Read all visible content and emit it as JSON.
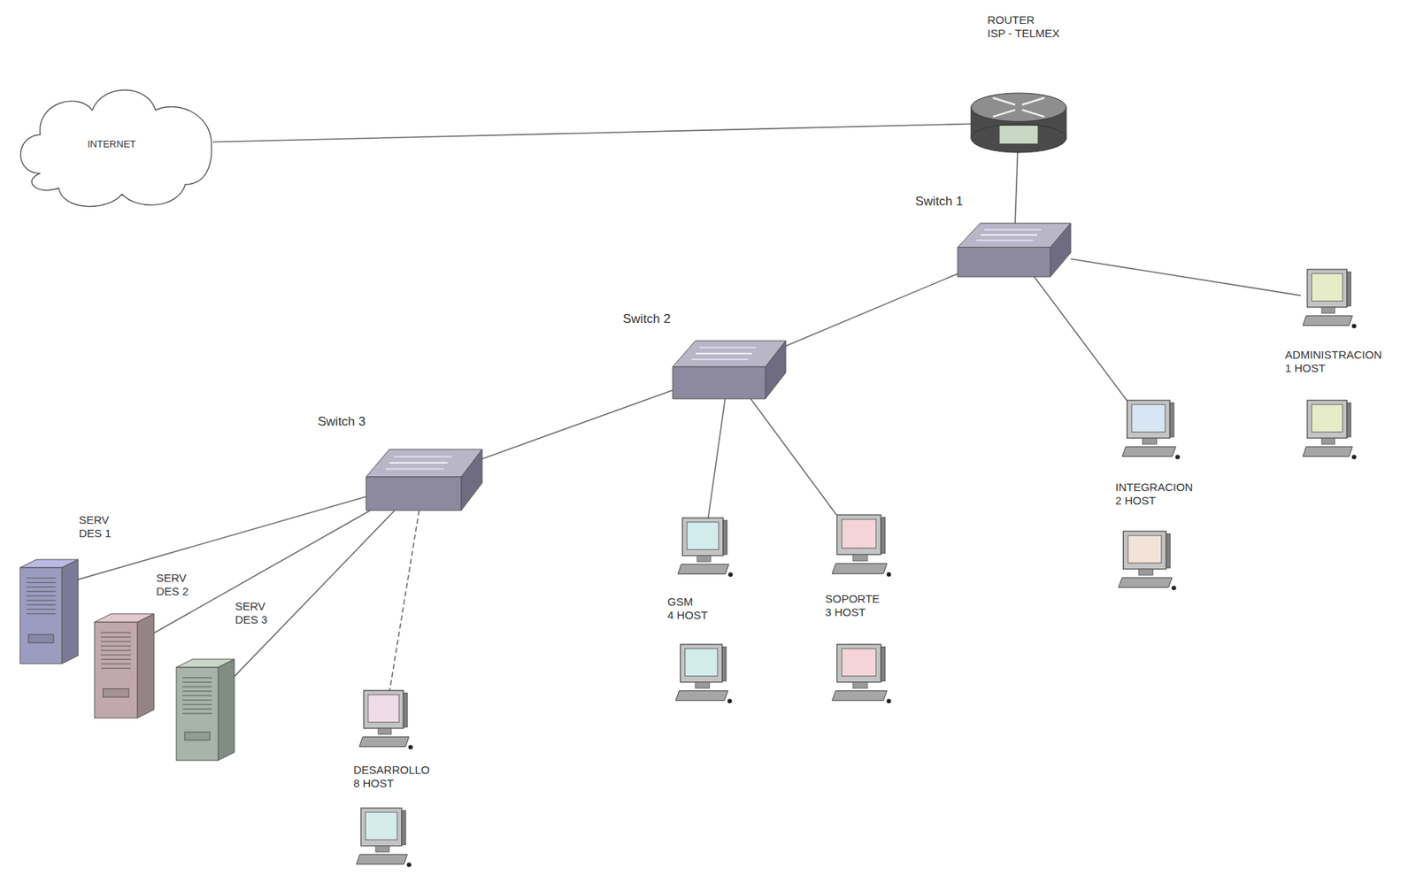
{
  "diagram": {
    "nodes": [
      {
        "text": [
          "INTERNET"
        ]
      },
      {
        "text": [
          "ROUTER",
          "ISP - TELMEX"
        ]
      },
      {
        "text": [
          "Switch 1"
        ]
      },
      {
        "text": [
          "Switch 2"
        ]
      },
      {
        "text": [
          "ADMINISTRACION",
          "1 HOST"
        ]
      },
      {
        "text": [
          "Switch 3"
        ]
      },
      {
        "text": [
          "INTEGRACION",
          "2 HOST"
        ]
      },
      {
        "text": [
          "SERV DES 1"
        ]
      },
      {
        "text": [
          "SERV DES 2"
        ]
      },
      {
        "text": [
          "SERV DES 3"
        ]
      },
      {
        "text": [
          "GSM",
          "4 HOST"
        ]
      },
      {
        "text": [
          "SOPORTE",
          "3 HOST"
        ]
      },
      {
        "text": [
          "DESARROLLO",
          "8 HOST"
        ]
      }
    ],
    "edges": [
      {
        "from": 0,
        "to": 1,
        "arrow": "none"
      },
      {
        "from": 1,
        "to": 2,
        "arrow": "none"
      },
      {
        "from": 2,
        "to": 3,
        "arrow": "none"
      },
      {
        "from": 2,
        "to": 6,
        "arrow": "none"
      },
      {
        "from": 2,
        "to": 4,
        "arrow": "none"
      },
      {
        "from": 3,
        "to": 5,
        "arrow": "none"
      },
      {
        "from": 3,
        "to": 10,
        "arrow": "none"
      },
      {
        "from": 3,
        "to": 11,
        "arrow": "none"
      },
      {
        "from": 5,
        "to": 7,
        "arrow": "none"
      },
      {
        "from": 5,
        "to": 8,
        "arrow": "none"
      },
      {
        "from": 5,
        "to": 9,
        "arrow": "none"
      },
      {
        "from": 5,
        "to": 12,
        "arrow": "none"
      }
    ]
  }
}
